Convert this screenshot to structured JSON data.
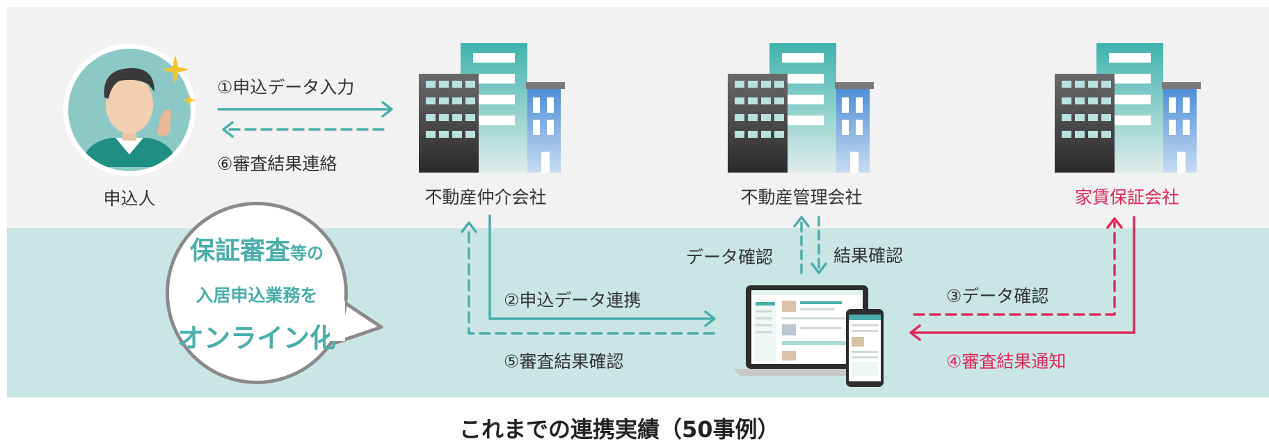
{
  "nodes": {
    "applicant": "申込人",
    "broker": "不動産仲介会社",
    "manager": "不動産管理会社",
    "guarantor": "家賃保証会社"
  },
  "edges": {
    "e1": "①申込データ入力",
    "e6": "⑥審査結果連絡",
    "e2": "②申込データ連携",
    "e5": "⑤審査結果確認",
    "data_check": "データ確認",
    "result_check": "結果確認",
    "e3": "③データ確認",
    "e4": "④審査結果通知"
  },
  "bubble": {
    "line1_main": "保証審査",
    "line1_sub": "等の",
    "line2": "入居申込業務を",
    "line3": "オンライン化"
  },
  "footer": "これまでの連携実績（50事例）",
  "colors": {
    "teal": "#4aaeab",
    "red": "#e0285a",
    "band_gray": "#f2f2f2",
    "band_teal": "#c9e6e5"
  }
}
